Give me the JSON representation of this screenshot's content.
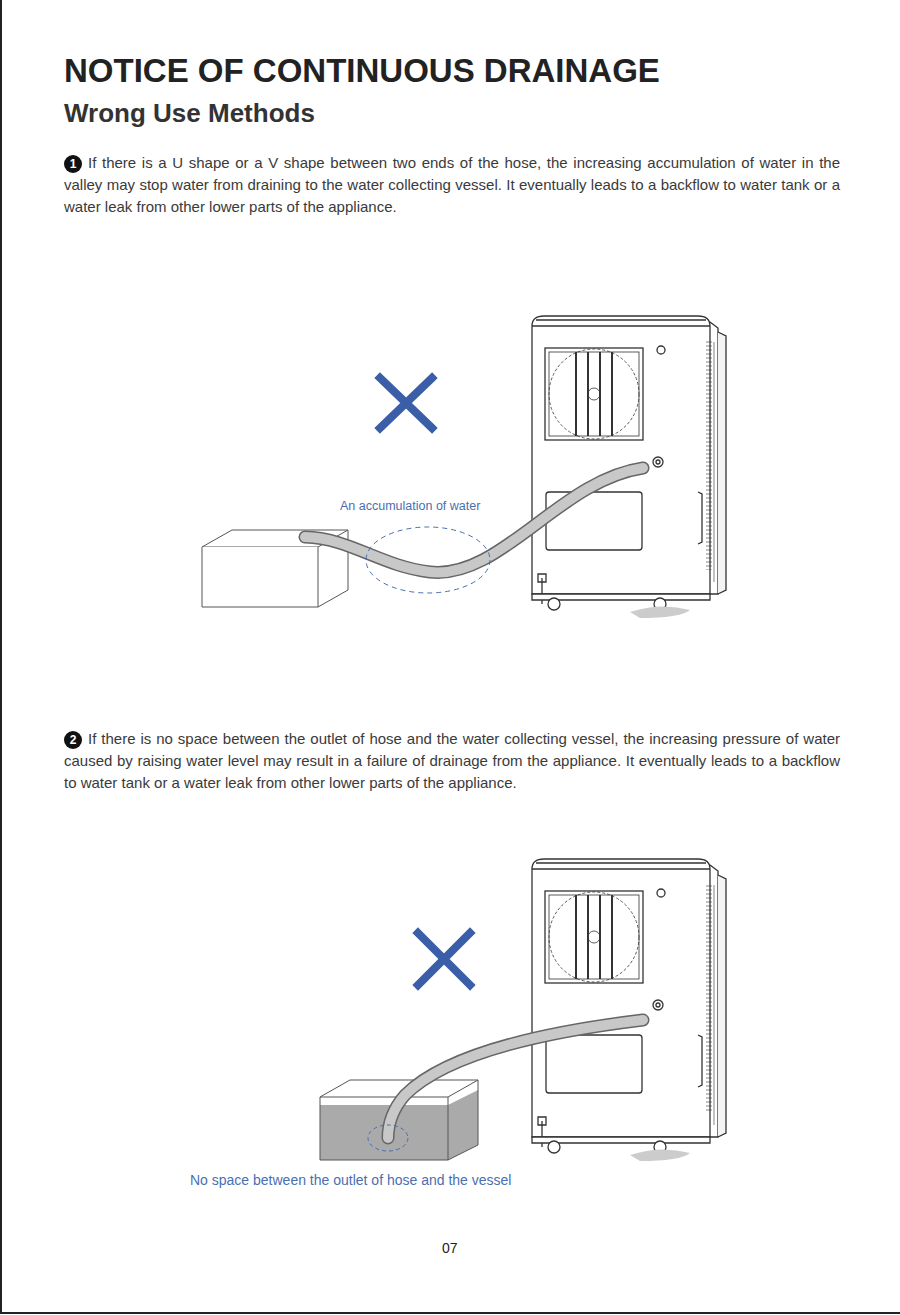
{
  "diagram": {
    "title": "NOTICE OF CONTINUOUS DRAINAGE",
    "nodes": [
      {
        "text": [
          "1"
        ]
      },
      {
        "text": [
          "2"
        ]
      }
    ],
    "labels": [
      "Wrong Use Methods",
      "If there is a U shape or a V shape between two ends of the hose, the increasing accumulation of water in the valley may stop water from draining to the water collecting vessel. It eventually leads to a backflow to water tank or a water leak from other lower parts of the appliance.",
      "An accumulation of water",
      "If there is no space between the outlet of hose and the water collecting vessel, the increasing pressure of water caused by raising water level may result in a failure of drainage from the appliance. It eventually leads to a backflow to water tank or a water leak from other lower parts of the appliance.",
      "No space between the outlet of hose and the vessel",
      "07"
    ]
  }
}
